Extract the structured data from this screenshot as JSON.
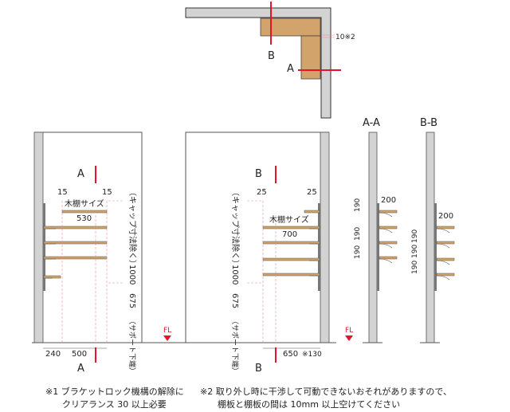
{
  "top_view": {
    "label_b": "B",
    "label_a": "A",
    "gap_note": "10※2"
  },
  "left_view": {
    "section_label_top": "A",
    "section_label_bottom": "A",
    "clearance_left": "15",
    "clearance_right": "15",
    "shelf_size_label": "木棚サイズ",
    "shelf_width": "530",
    "cap_label": "（キャップ寸法除く）",
    "height_upper": "1000",
    "height_lower": "675",
    "support_label": "（サポート下端）",
    "dim_left": "240",
    "dim_right": "500"
  },
  "middle_view": {
    "section_label_top": "B",
    "section_label_bottom": "B",
    "clearance_left": "25",
    "clearance_right": "25",
    "shelf_size_label": "木棚サイズ",
    "shelf_width": "700",
    "cap_label": "（キャップ寸法除く）",
    "height_upper": "1000",
    "height_lower": "675",
    "support_label": "（サポート下端）",
    "dim_bottom": "650",
    "dim_bottom_note": "※130"
  },
  "fl_label": "FL",
  "section_aa": {
    "title": "A-A",
    "depth": "200",
    "spacings": [
      "190",
      "190",
      "190"
    ]
  },
  "section_bb": {
    "title": "B-B",
    "depth": "200",
    "spacings": [
      "190",
      "190",
      "190"
    ]
  },
  "notes": {
    "note1_line1": "※1 ブラケットロック機構の解除に",
    "note1_line2": "クリアランス 30 以上必要",
    "note2_line1": "※2 取り外し時に干渉して可動できないおそれがありますので、",
    "note2_line2": "棚板と棚板の間は 10mm 以上空けてください"
  },
  "colors": {
    "wall": "#d3d3d3",
    "shelf": "#d2a36a",
    "section_line": "#e8132a",
    "dim_pink": "#e58aa0"
  }
}
